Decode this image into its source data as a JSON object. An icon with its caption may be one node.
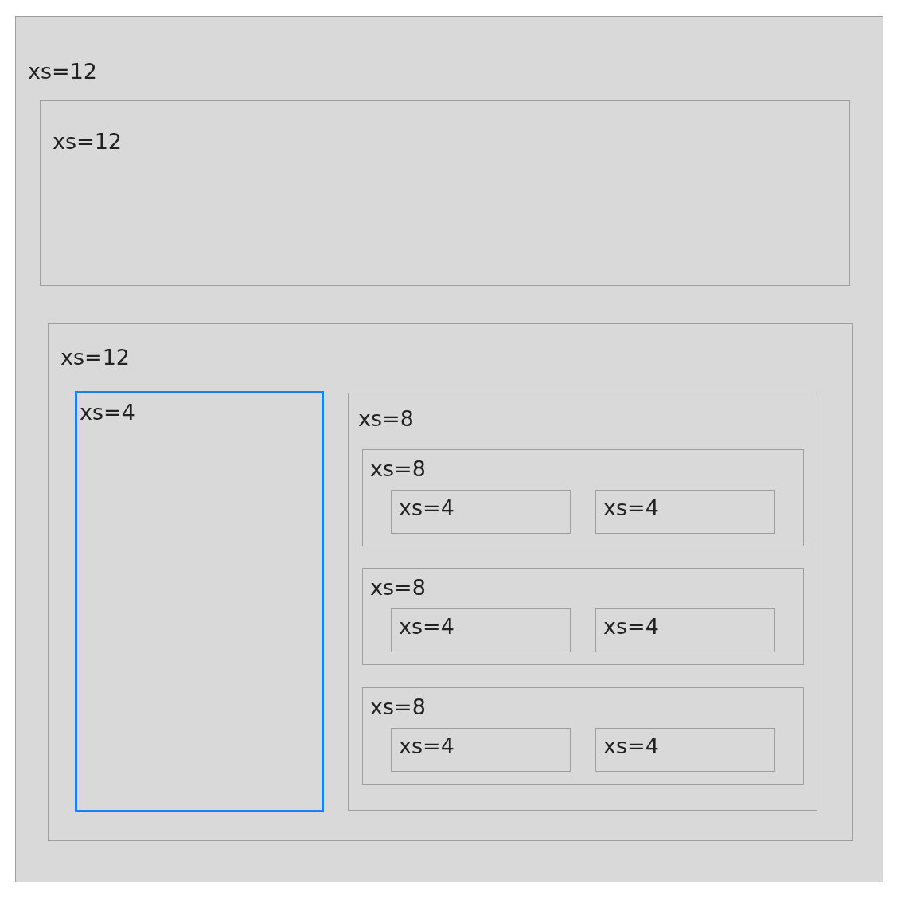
{
  "diagram": {
    "nodes": [
      {
        "text": [
          "xs=12"
        ]
      },
      {
        "text": [
          "xs=12"
        ],
        "in": 0
      },
      {
        "text": [
          "xs=12"
        ],
        "in": 0
      },
      {
        "text": [
          "xs=4"
        ],
        "in": 2
      },
      {
        "text": [
          "xs=8"
        ],
        "in": 2
      },
      {
        "text": [
          "xs=8"
        ],
        "in": 4
      },
      {
        "text": [
          "xs=4"
        ],
        "in": 5
      },
      {
        "text": [
          "xs=4"
        ],
        "in": 5
      },
      {
        "text": [
          "xs=8"
        ],
        "in": 4
      },
      {
        "text": [
          "xs=4"
        ],
        "in": 8
      },
      {
        "text": [
          "xs=4"
        ],
        "in": 8
      },
      {
        "text": [
          "xs=8"
        ],
        "in": 4
      },
      {
        "text": [
          "xs=4"
        ],
        "in": 11
      },
      {
        "text": [
          "xs=4"
        ],
        "in": 11
      }
    ]
  }
}
